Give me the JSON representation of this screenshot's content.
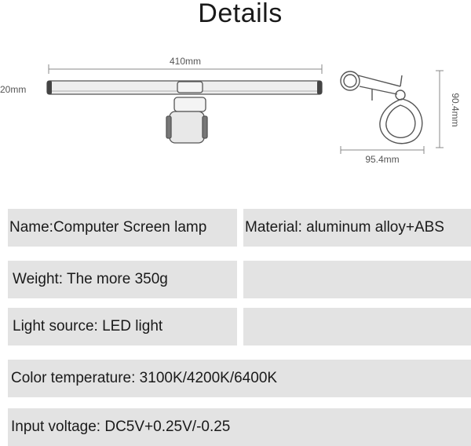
{
  "page": {
    "title": "Details"
  },
  "dimensions": {
    "length": "410mm",
    "height": "20mm",
    "clamp_height": "90.4mm",
    "clamp_width": "95.4mm"
  },
  "specs": {
    "name": "Name:Computer Screen lamp",
    "material": "Material: aluminum alloy+ABS",
    "weight": "Weight: The more 350g",
    "light_source": "Light source: LED light",
    "color_temperature": "Color temperature: 3100K/4200K/6400K",
    "input_voltage": "Input voltage: DC5V+0.25V/-0.25"
  }
}
